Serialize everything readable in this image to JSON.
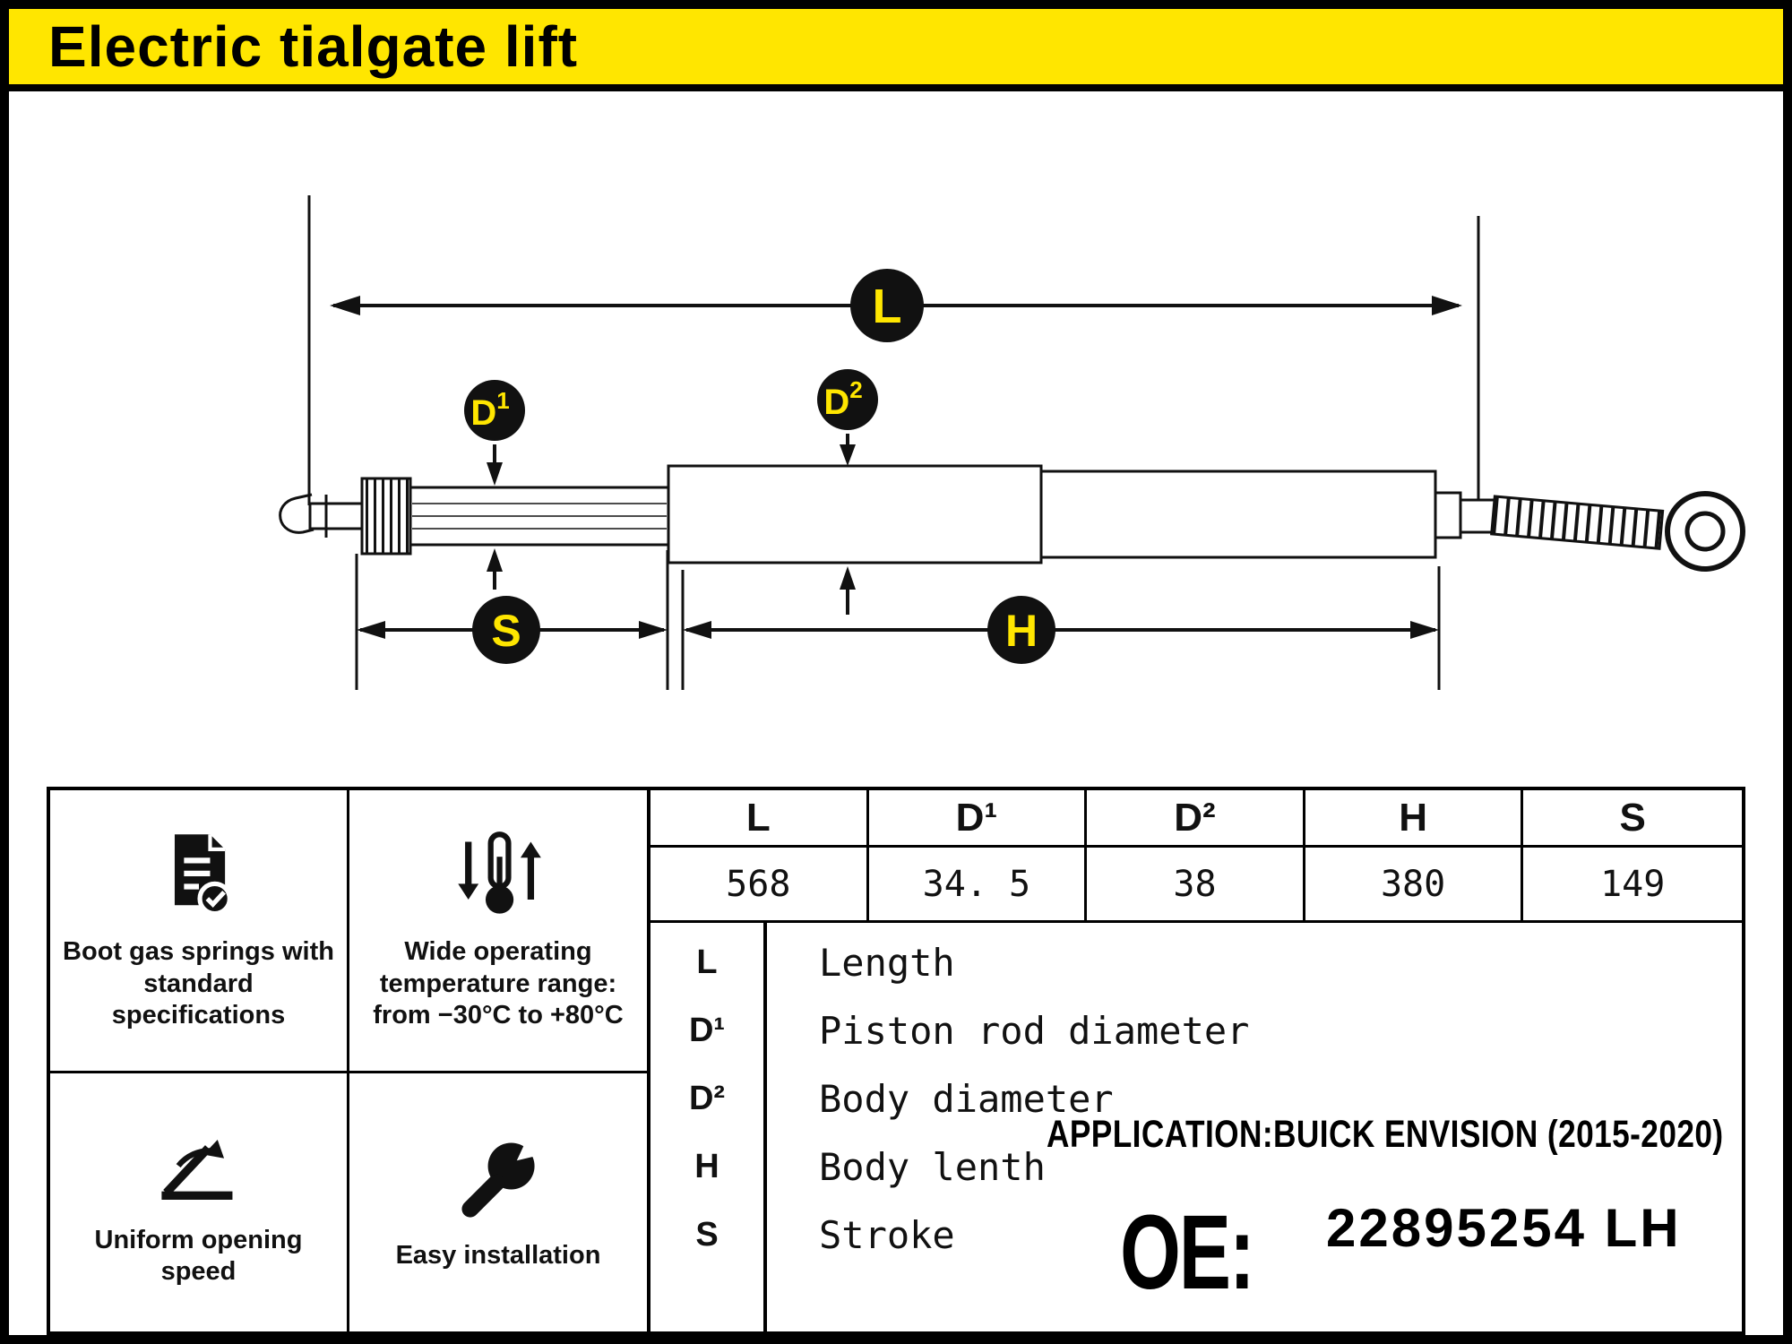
{
  "colors": {
    "banner_yellow": "#ffe600",
    "badge_fill": "#111111",
    "badge_text": "#ffe600",
    "ink": "#000000"
  },
  "banner": {
    "title": "Electric tialgate lift"
  },
  "diagram": {
    "dim_L": "L",
    "dim_D": "D",
    "sup_1": "1",
    "sup_2": "2",
    "dim_S": "S",
    "dim_H": "H"
  },
  "spec_table": {
    "headers": [
      "L",
      "D¹",
      "D²",
      "H",
      "S"
    ],
    "values": [
      "568",
      "34. 5",
      "38",
      "380",
      "149"
    ]
  },
  "legend": {
    "rows": [
      {
        "symbol": "L",
        "desc": "Length"
      },
      {
        "symbol": "D¹",
        "desc": "Piston rod diameter"
      },
      {
        "symbol": "D²",
        "desc": "Body diameter"
      },
      {
        "symbol": "H",
        "desc": "Body lenth"
      },
      {
        "symbol": "S",
        "desc": "Stroke"
      }
    ]
  },
  "features": [
    {
      "icon": "spec-document-icon",
      "label": "Boot gas springs with standard specifications"
    },
    {
      "icon": "thermometer-range-icon",
      "label": "Wide operating temperature range: from −30°C to +80°C"
    },
    {
      "icon": "opening-angle-icon",
      "label": "Uniform opening speed"
    },
    {
      "icon": "wrench-icon",
      "label": "Easy installation"
    }
  ],
  "application": {
    "text": "APPLICATION:BUICK ENVISION (2015-2020)"
  },
  "oe": {
    "label": "OE:",
    "number": "22895254 LH"
  }
}
